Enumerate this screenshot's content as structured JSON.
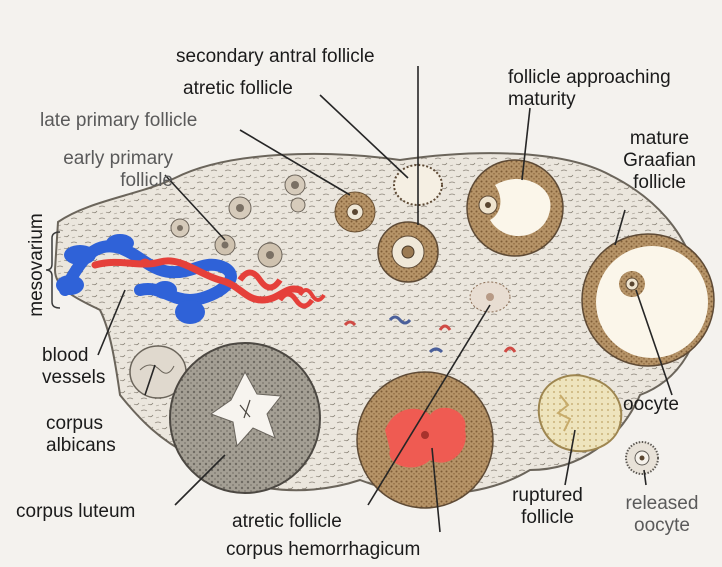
{
  "labels": {
    "secondary_antral_follicle": "secondary antral follicle",
    "atretic_follicle_top": "atretic follicle",
    "follicle_approaching_1": "follicle approaching",
    "follicle_approaching_2": "maturity",
    "late_primary_follicle": "late primary follicle",
    "early_primary_1": "early primary",
    "early_primary_2": "follicle",
    "mature_graafian_1": "mature",
    "mature_graafian_2": "Graafian",
    "mature_graafian_3": "follicle",
    "mesovarium": "mesovarium",
    "blood_vessels_1": "blood",
    "blood_vessels_2": "vessels",
    "corpus_albicans_1": "corpus",
    "corpus_albicans_2": "albicans",
    "oocyte": "oocyte",
    "corpus_luteum": "corpus luteum",
    "ruptured_follicle_1": "ruptured",
    "ruptured_follicle_2": "follicle",
    "released_oocyte_1": "released",
    "released_oocyte_2": "oocyte",
    "atretic_follicle_bottom": "atretic follicle",
    "corpus_hemorrhagicum": "corpus hemorrhagicum"
  },
  "colors": {
    "background": "#f4f2ee",
    "stroma": "#e8e3da",
    "vein_blue": "#2f62d8",
    "artery_red": "#e5403a",
    "granulosa_brown": "#a5835a",
    "antrum_cream": "#fbf6ea",
    "luteum_gray": "#8e8a80",
    "hemorrhagic_red": "#ef5b52",
    "ruptured_yellow": "#eadfb2"
  }
}
